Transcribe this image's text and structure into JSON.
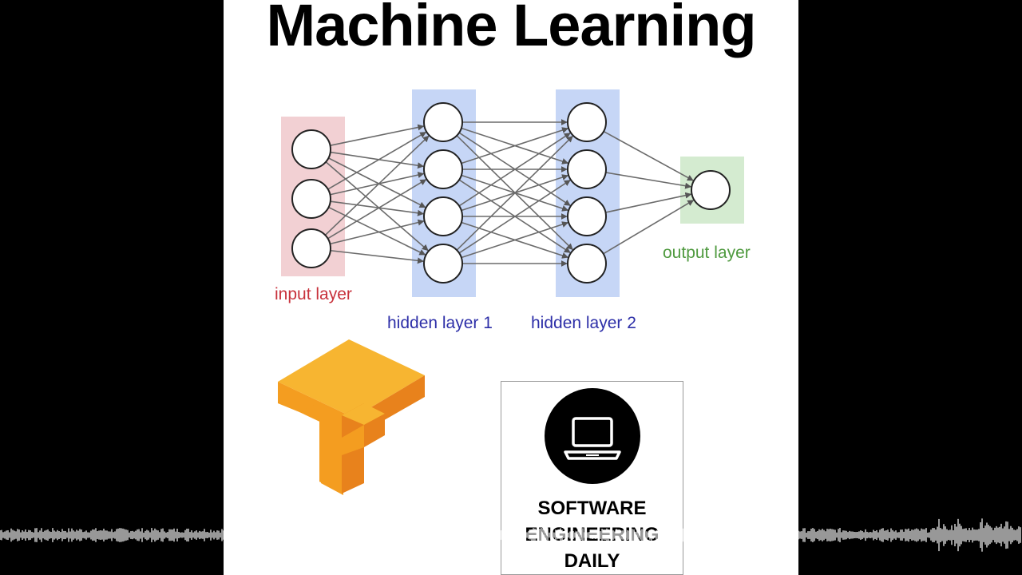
{
  "title": "Machine Learning",
  "network": {
    "layers": [
      {
        "label": "input layer",
        "nodes": 3,
        "band_color": "#f2d0d3",
        "label_color": "#c8323c"
      },
      {
        "label": "hidden layer 1",
        "nodes": 4,
        "band_color": "#c6d6f6",
        "label_color": "#2d2fa8"
      },
      {
        "label": "hidden layer 2",
        "nodes": 4,
        "band_color": "#c6d6f6",
        "label_color": "#2d2fa8"
      },
      {
        "label": "output layer",
        "nodes": 1,
        "band_color": "#d4ebd0",
        "label_color": "#4f9a3f"
      }
    ],
    "edge_color": "#6b6b6b"
  },
  "logos": {
    "tensorflow": {
      "icon": "tensorflow-logo-icon",
      "colors": [
        "#f7b531",
        "#f49d20",
        "#e8821c"
      ]
    },
    "software_engineering_daily": {
      "icon": "laptop-icon",
      "lines": [
        "SOFTWARE",
        "ENGINEERING",
        "DAILY"
      ]
    }
  },
  "waveform": {
    "icon": "audio-waveform-icon",
    "color": "#ffffff"
  }
}
